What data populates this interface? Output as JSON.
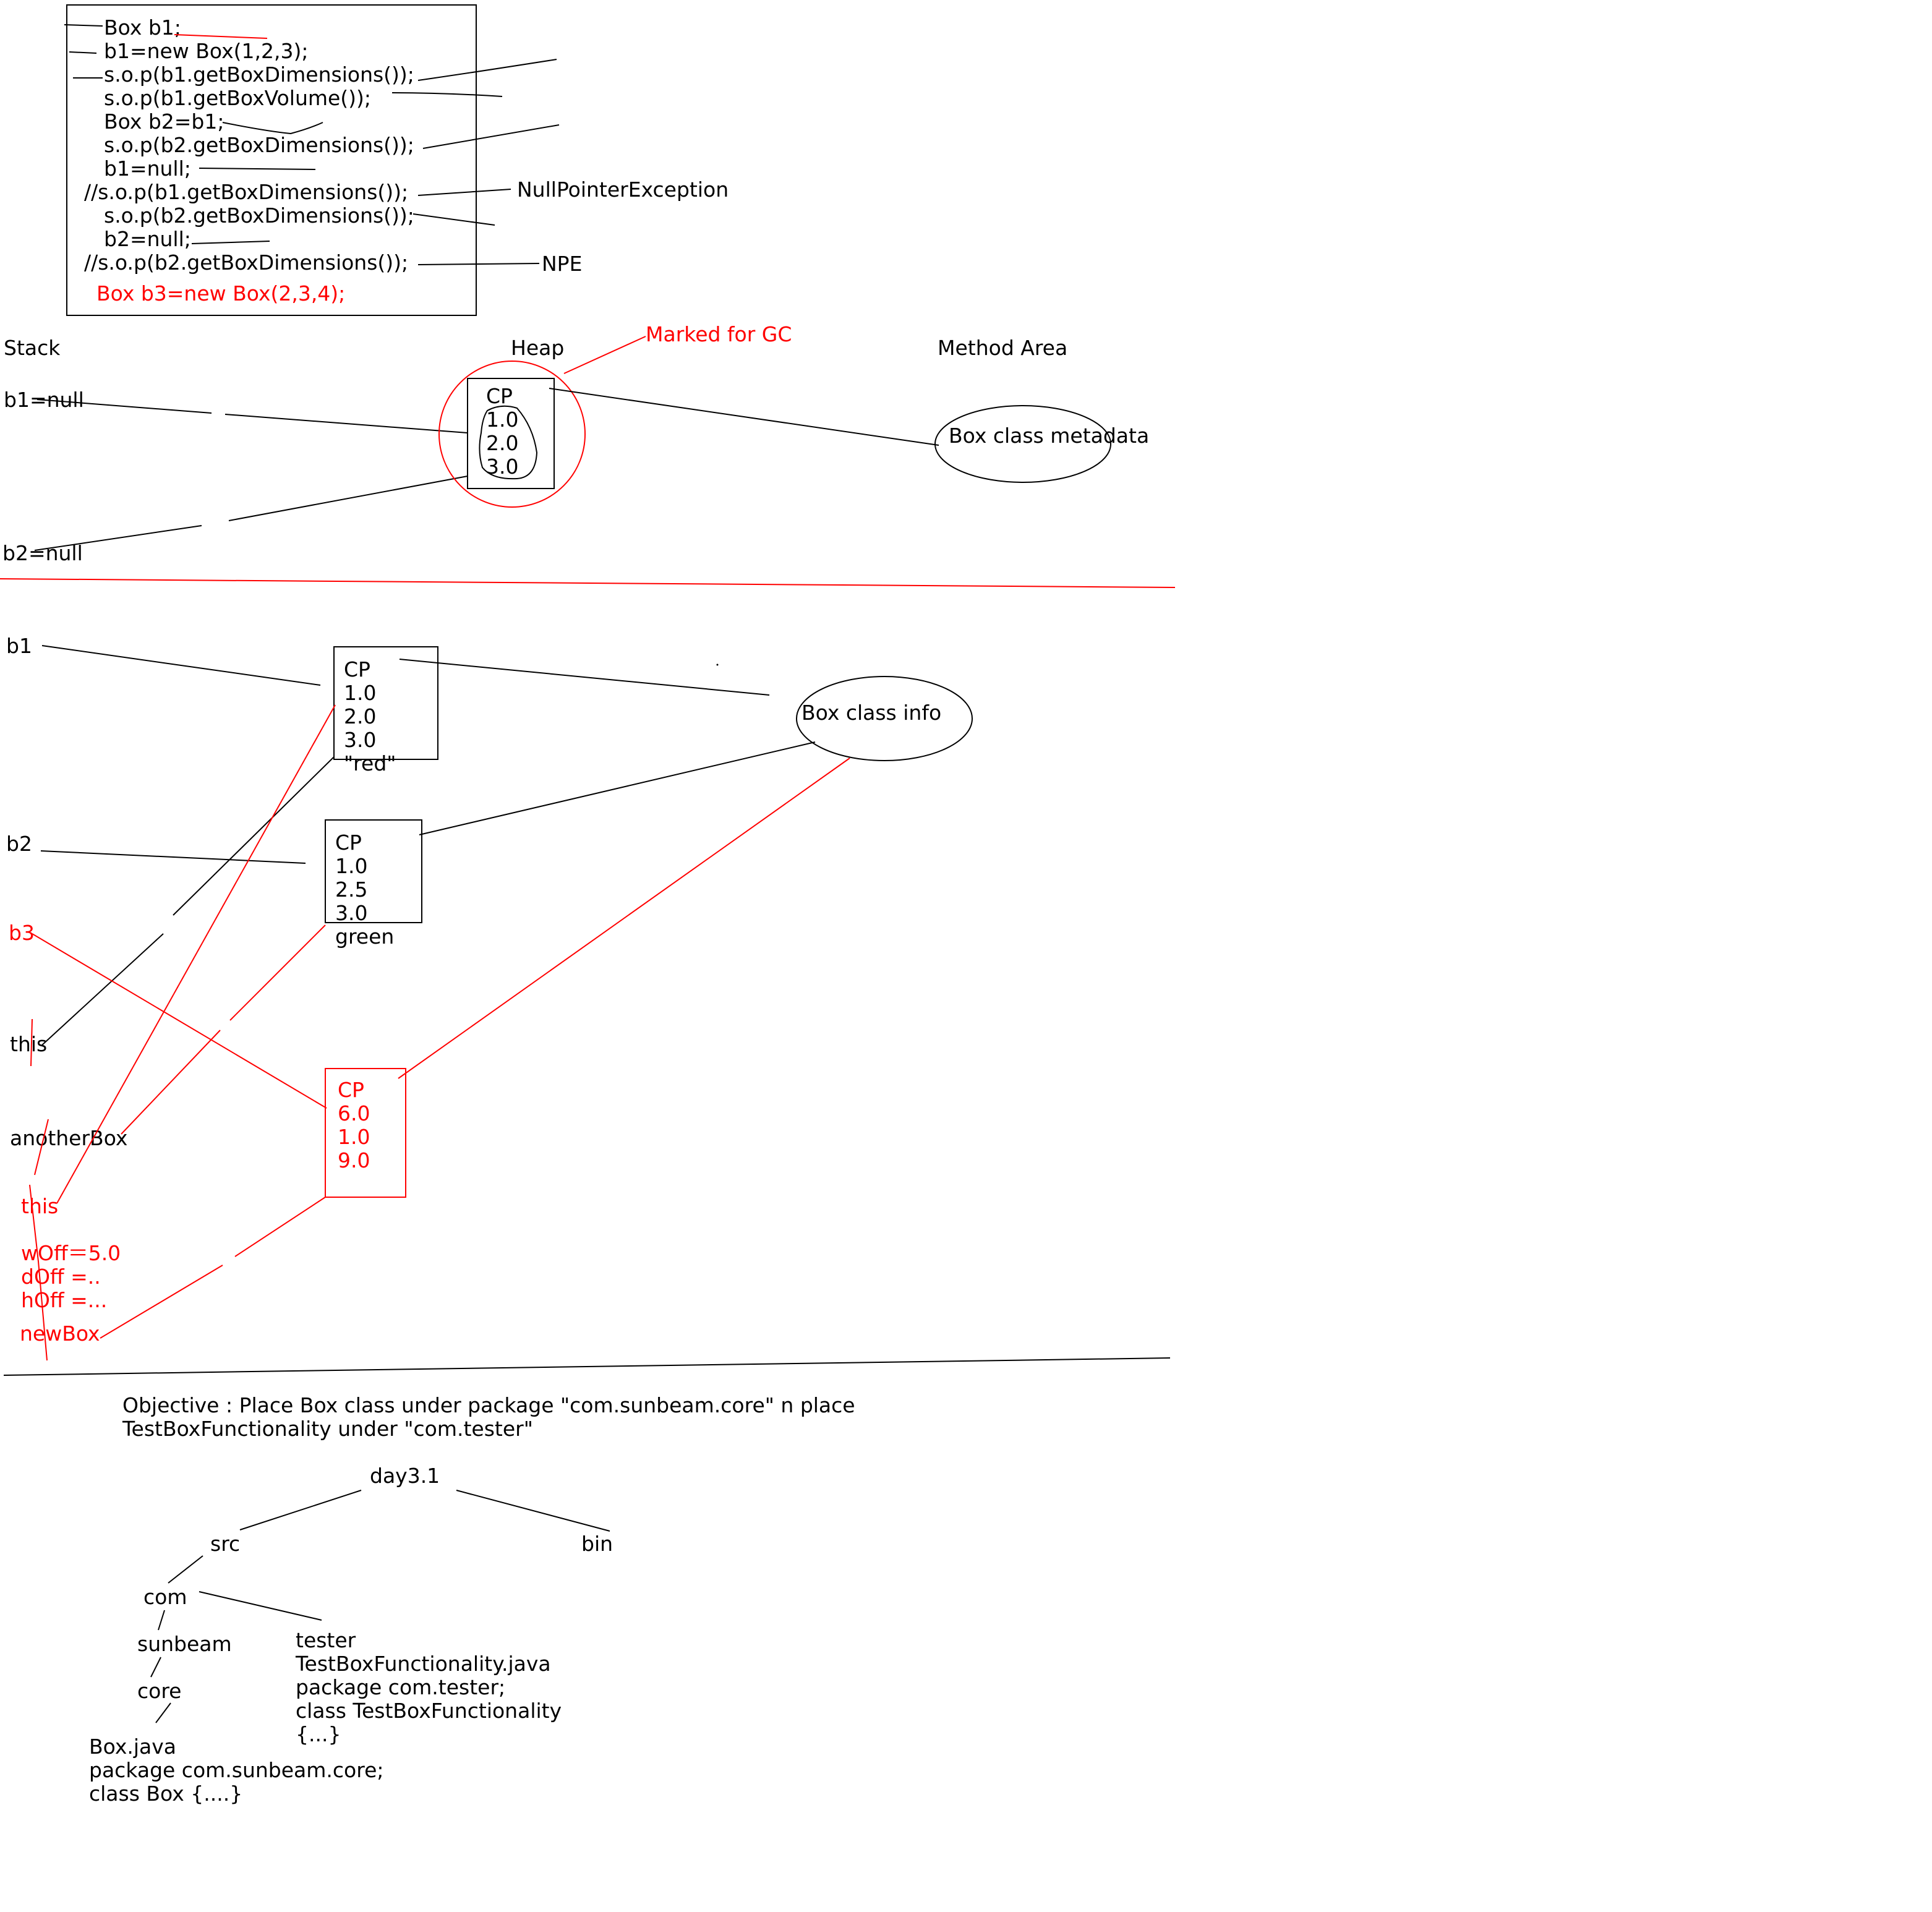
{
  "colors": {
    "ink": "#000000",
    "accent": "#ff0000",
    "background": "#ffffff"
  },
  "code_block": {
    "lines": [
      "Box b1;",
      "b1=new Box(1,2,3);",
      "s.o.p(b1.getBoxDimensions());",
      "s.o.p(b1.getBoxVolume());",
      "Box b2=b1;",
      "s.o.p(b2.getBoxDimensions());",
      "b1=null;",
      "//s.o.p(b1.getBoxDimensions());",
      "s.o.p(b2.getBoxDimensions());",
      "b2=null;",
      "//s.o.p(b2.getBoxDimensions());"
    ],
    "red_line": "Box b3=new Box(2,3,4);",
    "annotation_npe_full": "NullPointerException",
    "annotation_npe_short": "NPE"
  },
  "memory_section_1": {
    "stack_label": "Stack",
    "heap_label": "Heap",
    "method_area_label": "Method Area",
    "gc_label": "Marked for GC",
    "b1_label": "b1=null",
    "b2_label": "b2=null",
    "object_lines": [
      "CP",
      "1.0",
      "2.0",
      "3.0"
    ],
    "metadata_label": "Box class metadata"
  },
  "memory_section_2": {
    "b1_label": "b1",
    "b2_label": "b2",
    "b3_label": "b3",
    "this_label": "this",
    "another_box_label": "anotherBox",
    "this_label_red": "this",
    "woff_label": "wOff＝5.0",
    "doff_label": "dOff  =..",
    "hoff_label": "hOff =...",
    "newbox_label": "newBox",
    "object1_lines": [
      "CP",
      "1.0",
      "2.0",
      "3.0",
      "\"red\""
    ],
    "object2_lines": [
      "CP",
      "1.0",
      "2.5",
      "3.0",
      "green"
    ],
    "object3_lines": [
      "CP",
      "6.0",
      "1.0",
      "9.0"
    ],
    "class_info_label": "Box class info"
  },
  "objective": {
    "line1": "Objective : Place Box class under package \"com.sunbeam.core\" n place",
    "line2": "TestBoxFunctionality under \"com.tester\""
  },
  "tree": {
    "root": "day3.1",
    "src": "src",
    "bin": "bin",
    "com": "com",
    "sunbeam": "sunbeam",
    "core": "core",
    "tester_lines": [
      "tester",
      "TestBoxFunctionality.java",
      "package com.tester;",
      "class TestBoxFunctionality",
      "{...}"
    ],
    "box_lines": [
      "Box.java",
      "package com.sunbeam.core;",
      "class Box {....}"
    ]
  }
}
